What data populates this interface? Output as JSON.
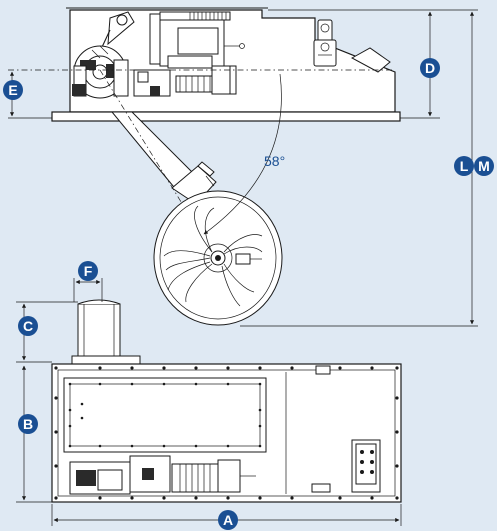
{
  "angle_label": "58°",
  "dimension_labels": {
    "A": "A",
    "B": "B",
    "C": "C",
    "D": "D",
    "E": "E",
    "F": "F",
    "L": "L",
    "M": "M"
  },
  "colors": {
    "badge": "#1a4f93",
    "angle_text": "#1a4f93",
    "background": "#dfe9f3",
    "line": "#1a1a1a"
  }
}
